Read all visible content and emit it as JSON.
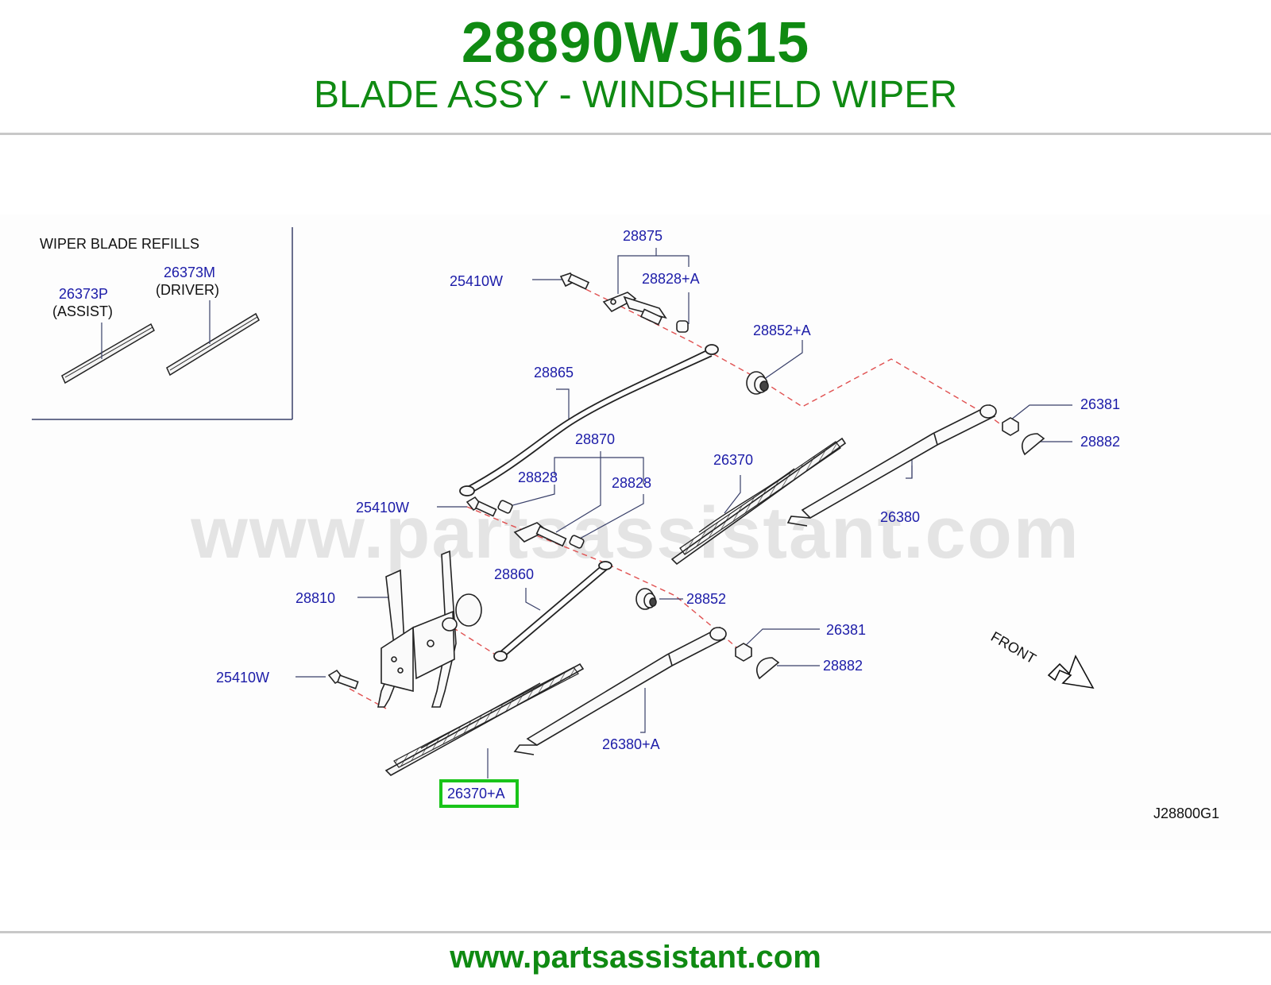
{
  "header": {
    "part_number": "28890WJ615",
    "description": "BLADE ASSY - WINDSHIELD WIPER"
  },
  "footer": {
    "url": "www.partsassistant.com"
  },
  "watermark": "www.partsassistant.com",
  "refills_box": {
    "title": "WIPER   BLADE   REFILLS",
    "assist_part": "26373P",
    "assist_note": "(ASSIST)",
    "driver_part": "26373M",
    "driver_note": "(DRIVER)"
  },
  "callouts": {
    "c28875": "28875",
    "c25410w_top": "25410W",
    "c28828a": "28828+A",
    "c28852a": "28852+A",
    "c28865": "28865",
    "c26381_top": "26381",
    "c28882_top": "28882",
    "c28870": "28870",
    "c28828_left": "28828",
    "c28828_right": "28828",
    "c26370": "26370",
    "c25410w_mid": "25410W",
    "c26380": "26380",
    "c28860": "28860",
    "c28810": "28810",
    "c28852": "28852",
    "c26381_bot": "26381",
    "c28882_bot": "28882",
    "c25410w_bot": "25410W",
    "c26380a": "26380+A",
    "c26370a": "26370+A"
  },
  "highlighted_part": "26370+A",
  "front_label": "FRONT",
  "diagram_code": "J28800G1",
  "colors": {
    "brand_green": "#0f8a12",
    "callout_blue": "#1c1ca8",
    "highlight_green": "#19c419",
    "dashed_red": "#e05050"
  }
}
